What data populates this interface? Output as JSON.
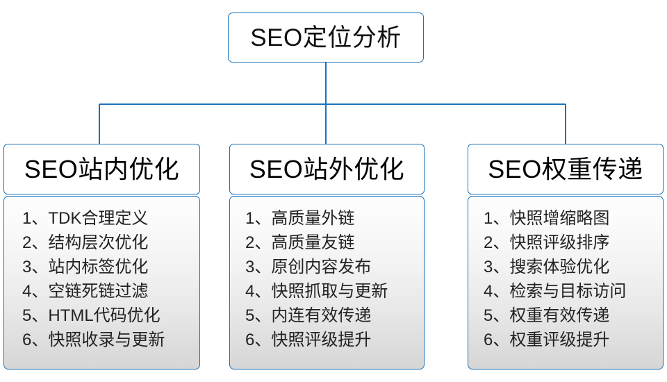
{
  "diagram": {
    "type": "tree",
    "root": {
      "label": "SEO定位分析"
    },
    "branches": [
      {
        "header": "SEO站内优化",
        "items": [
          "1、TDK合理定义",
          "2、结构层次优化",
          "3、站内标签优化",
          "4、空链死链过滤",
          "5、HTML代码优化",
          "6、快照收录与更新"
        ]
      },
      {
        "header": "SEO站外优化",
        "items": [
          "1、高质量外链",
          "2、高质量友链",
          "3、原创内容发布",
          "4、快照抓取与更新",
          "5、内连有效传递",
          "6、快照评级提升"
        ]
      },
      {
        "header": "SEO权重传递",
        "items": [
          "1、快照增缩略图",
          "2、快照评级排序",
          "3、搜索体验优化",
          "4、检索与目标访问",
          "5、权重有效传递",
          "6、权重评级提升"
        ]
      }
    ],
    "colors": {
      "border": "#1a72bb",
      "connector": "#1a72bb",
      "node_background": "#ffffff",
      "list_gradient_top": "#fdfdfd",
      "list_gradient_bottom": "#d6d6d6",
      "text": "#000000"
    }
  }
}
